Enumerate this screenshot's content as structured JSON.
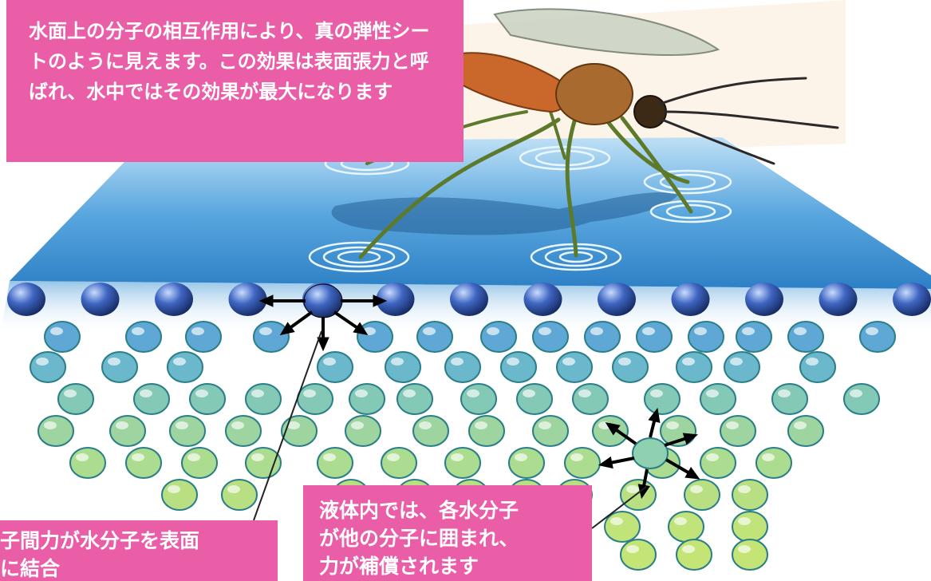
{
  "labels": {
    "top": "水面上の分子の相互作用により、真の弾性シートのように見えます。この効果は表面張力と呼ばれ、水中ではその効果が最大になります",
    "bottom_left": [
      "子間力が水分子を表面",
      "に結合"
    ],
    "bottom_right": [
      "液体内では、各水分子",
      "が他の分子に囲まれ、",
      "力が補償されます"
    ]
  },
  "colors": {
    "label_bg": "#ea5ea8",
    "label_text": "#ffffff",
    "water_surface": "#3f95d4",
    "surface_molecule": "#2b4c9b",
    "deep_molecule": "#b3e07a",
    "arrow": "#000000"
  },
  "illustration": {
    "subject": "mosquito-on-water",
    "surface_molecule_count": 13,
    "arrow_clusters": 2
  }
}
